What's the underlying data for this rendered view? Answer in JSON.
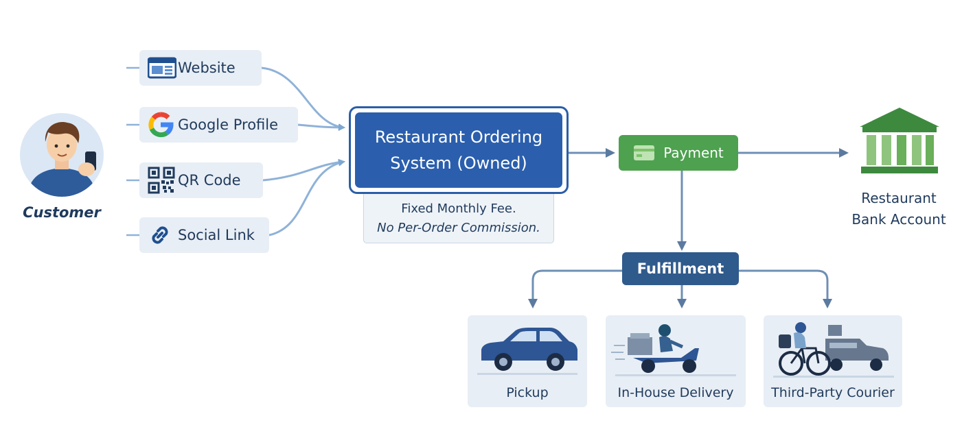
{
  "customer": {
    "label": "Customer"
  },
  "channels": [
    {
      "label": "Website",
      "icon": "browser-window-icon"
    },
    {
      "label": "Google Profile",
      "icon": "google-logo-icon"
    },
    {
      "label": "QR Code",
      "icon": "qr-code-icon"
    },
    {
      "label": "Social Link",
      "icon": "link-icon"
    }
  ],
  "system": {
    "line1": "Restaurant Ordering",
    "line2": "System (Owned)"
  },
  "fees": {
    "line1": "Fixed Monthly Fee.",
    "line2": "No Per-Order Commission."
  },
  "payment": {
    "label": "Payment",
    "icon": "card-icon"
  },
  "bank": {
    "line1": "Restaurant",
    "line2": "Bank Account",
    "icon": "bank-icon"
  },
  "fulfillment": {
    "label": "Fulfillment"
  },
  "options": [
    {
      "label": "Pickup",
      "icon": "car-icon"
    },
    {
      "label": "In-House Delivery",
      "icon": "scooter-icon"
    },
    {
      "label": "Third-Party Courier",
      "icon": "bicycle-courier-icon"
    }
  ],
  "colors": {
    "primary_blue": "#2b5fad",
    "payment_green": "#4ea14f",
    "fulfillment_navy": "#2f5a8c",
    "text_navy": "#1f3a5c",
    "card_bg": "#e8eef5"
  }
}
